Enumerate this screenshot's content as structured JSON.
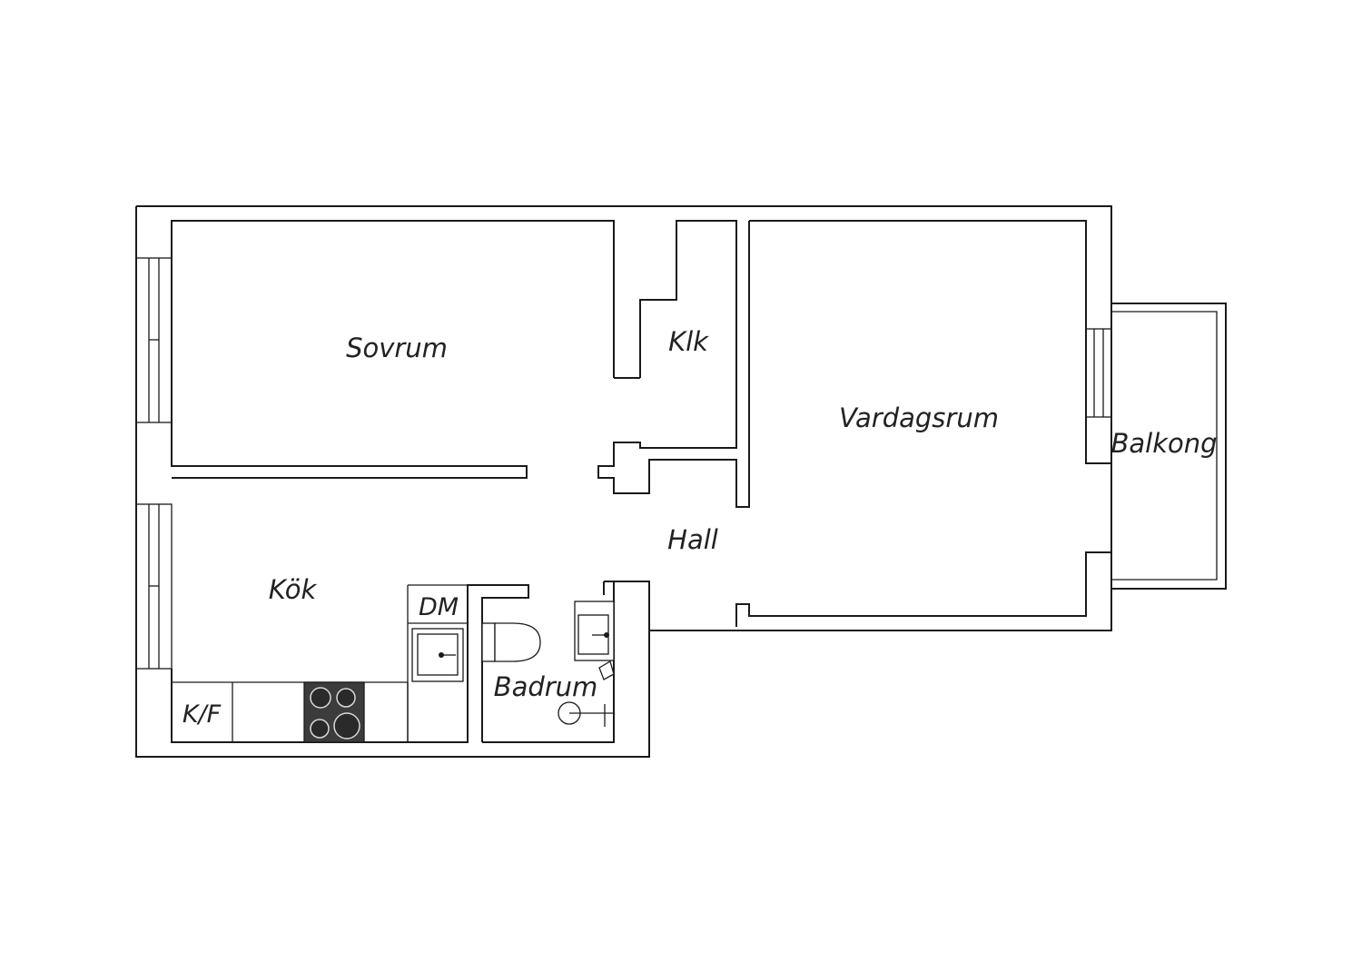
{
  "rooms": {
    "sovrum": "Sovrum",
    "klk": "Klk",
    "vardagsrum": "Vardagsrum",
    "balkong": "Balkong",
    "hall": "Hall",
    "kok": "Kök",
    "dm": "DM",
    "badrum": "Badrum",
    "kf": "K/F"
  },
  "colors": {
    "wall": "#1a1a1a",
    "stove_top": "#3c3c3c",
    "background": "#ffffff"
  }
}
